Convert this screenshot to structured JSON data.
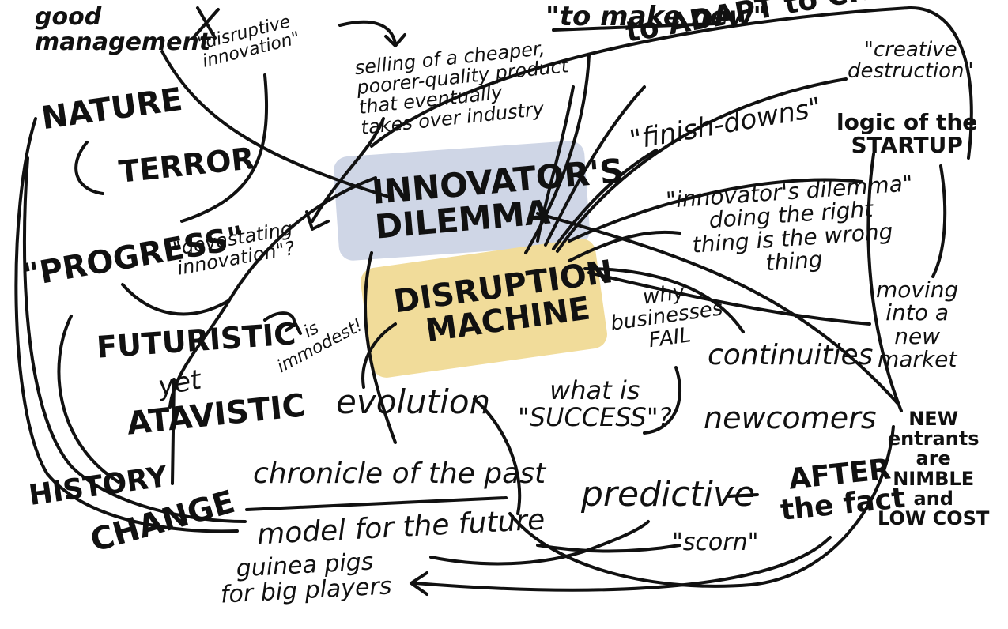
{
  "colors": {
    "ink": "#111111",
    "highlight_blue": "#cfd6e6",
    "highlight_yellow": "#f1dc9a",
    "background": "#ffffff"
  },
  "notes": {
    "good_management": "good\nmanagement",
    "x_mark": "X",
    "disruptive_innovation": "\"disruptive\n innovation\"",
    "to_make_new": "\"to make new\"",
    "to_adapt_to_change": "to ADAPT to CHANGE",
    "creative_destruction": "\"creative\ndestruction\"",
    "selling_cheaper": "selling of a cheaper,\npoorer-quality product\nthat eventually\ntakes over industry",
    "nature": "NATURE",
    "terror": "TERROR",
    "innovators_dilemma_center": "INNOVATOR'S\nDILEMMA",
    "finish_downs": "\"finish-downs\"",
    "logic_of_the_startup": "logic of the\nSTARTUP",
    "progress": "\"PROGRESS\"",
    "devastating_innovation": "\"devastating\ninnovation\"?",
    "innovators_dilemma_quote": "\"innovator's dilemma\"\ndoing the right\nthing is the wrong\nthing",
    "disruption_machine": "DISRUPTION\nMACHINE",
    "why_businesses_fail": "why\nbusinesses\nFAIL",
    "moving_into_new_market": "moving\ninto a\nnew\nmarket",
    "futuristic": "FUTURISTIC",
    "is_immodest": "is\nimmodest!",
    "yet": "yet",
    "atavistic": "ATAVISTIC",
    "continuities": "continuities",
    "evolution": "evolution",
    "what_is_success": "what is\n\"SUCCESS\"?",
    "newcomers": "newcomers",
    "new_entrants": "NEW\nentrants\nare\nNIMBLE\nand\nLOW COST",
    "history": "HISTORY",
    "change": "CHANGE",
    "chronicle_of_the_past": "chronicle of the past",
    "model_for_the_future": "model for the future",
    "predictive": "predictive",
    "dash": "—",
    "after_the_fact": "AFTER\nthe fact",
    "scorn": "\"scorn\"",
    "guinea_pigs": "guinea pigs\nfor big players"
  }
}
